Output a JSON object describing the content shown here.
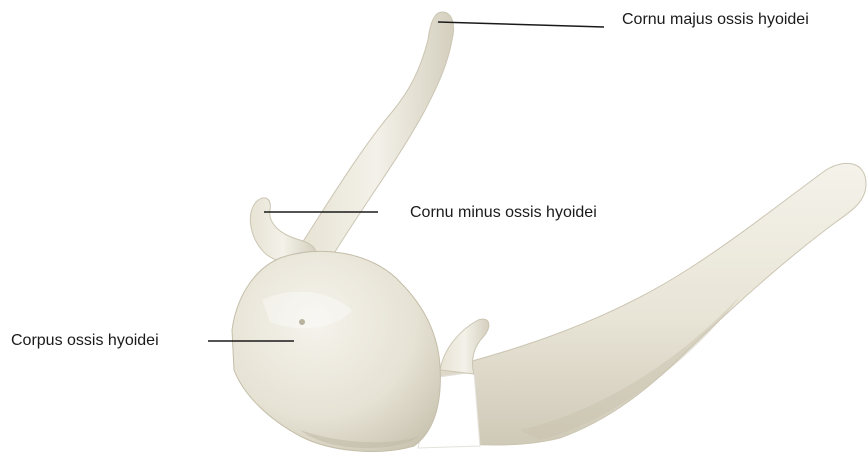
{
  "labels": {
    "cornu_majus": "Cornu majus ossis hyoidei",
    "cornu_minus": "Cornu minus ossis hyoidei",
    "corpus": "Corpus ossis hyoidei"
  },
  "colors": {
    "background": "#ffffff",
    "bone_light": "#f1efe6",
    "bone_mid": "#e3dfd1",
    "bone_shadow": "#c9c4b3",
    "cartilage": "#ffffff",
    "leader_line": "#1a1a1a"
  }
}
